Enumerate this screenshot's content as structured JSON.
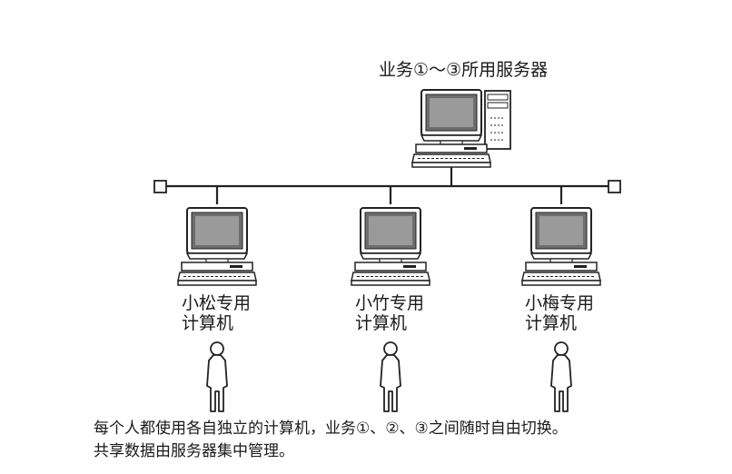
{
  "server": {
    "label": "业务①～③所用服务器"
  },
  "computers": [
    {
      "line1": "小松专用",
      "line2": "计算机"
    },
    {
      "line1": "小竹专用",
      "line2": "计算机"
    },
    {
      "line1": "小梅专用",
      "line2": "计算机"
    }
  ],
  "caption": {
    "line1": "每个人都使用各自独立的计算机，业务①、②、③之间随时自由切换。",
    "line2": "共享数据由服务器集中管理。"
  }
}
